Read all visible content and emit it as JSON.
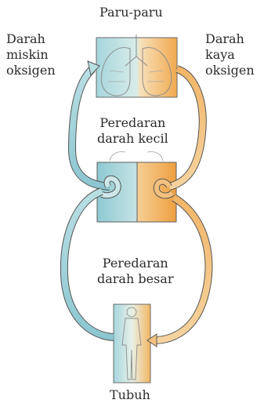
{
  "labels": {
    "lungs": "Paru-paru",
    "poor_oxygen": "Darah\nmiskin\noksigen",
    "rich_oxygen": "Darah\nkaya\noksigen",
    "small_circulation": "Peredaran\ndarah kecil",
    "large_circulation": "Peredaran\ndarah besar",
    "body": "Tubuh"
  },
  "colors": {
    "oxygen_poor": "#9fd0d8",
    "oxygen_rich": "#f2b15e",
    "arrow_outline": "#555555",
    "sketch_line": "#9a9a9a"
  },
  "icons": [
    "lungs-icon",
    "heart-icon",
    "human-body-icon"
  ]
}
